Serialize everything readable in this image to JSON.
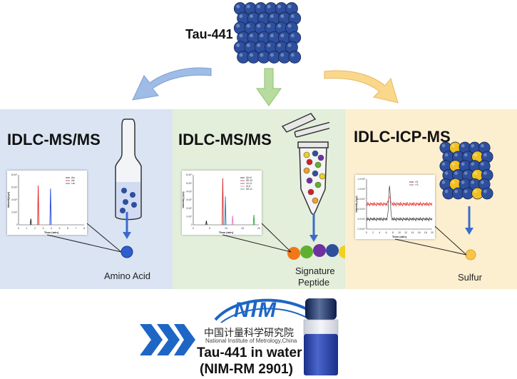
{
  "top": {
    "compound": "Tau-441"
  },
  "panels": [
    {
      "title": "IDLC-MS/MS",
      "label": "Amino Acid",
      "bg": "#dbe4f3",
      "chart": {
        "type": "line",
        "x_ticks": [
          "0",
          "1",
          "2",
          "3",
          "4",
          "5",
          "6",
          "7",
          "8"
        ],
        "y_ticks": [
          "0",
          "2×10⁵",
          "4×10⁵",
          "6×10⁵",
          "8×10⁵"
        ],
        "xlabel": "Time (min)",
        "ylabel": "Intensity(cps)",
        "xlim": [
          0,
          8
        ],
        "ylim": [
          0,
          8
        ],
        "series": [
          {
            "name": "Ala",
            "color": "#222222",
            "peak_x": 1.5,
            "peak_y": 1.0
          },
          {
            "name": "Val",
            "color": "#e02020",
            "peak_x": 2.4,
            "peak_y": 6.3
          },
          {
            "name": "Leu",
            "color": "#2040e0",
            "peak_x": 3.9,
            "peak_y": 5.8
          }
        ]
      }
    },
    {
      "title": "IDLC-MS/MS",
      "label_line1": "Signature",
      "label_line2": "Peptide",
      "bg": "#e3eedb",
      "chart": {
        "type": "line",
        "x_ticks": [
          "0",
          "5",
          "10",
          "15",
          "20"
        ],
        "y_ticks": [
          "0",
          "1×10⁵",
          "2×10⁵",
          "3×10⁵",
          "4×10⁵",
          "5×10⁵",
          "6×10⁵"
        ],
        "xlabel": "Time (min)",
        "ylabel": "Intensity (cps)",
        "xlim": [
          0,
          20
        ],
        "ylim": [
          0,
          6
        ],
        "series": [
          {
            "name": "QH-6",
            "color": "#222222",
            "peak_x": 4.0,
            "peak_y": 0.5
          },
          {
            "name": "SR-10",
            "color": "#d62728",
            "peak_x": 9.0,
            "peak_y": 5.6
          },
          {
            "name": "LK-11",
            "color": "#1f77b4",
            "peak_x": 9.8,
            "peak_y": 3.4
          },
          {
            "name": "IK-8",
            "color": "#e377c2",
            "peak_x": 12.0,
            "peak_y": 1.1
          },
          {
            "name": "SR-11",
            "color": "#2ca02c",
            "peak_x": 18.5,
            "peak_y": 1.2
          }
        ]
      }
    },
    {
      "title": "IDLC-ICP-MS",
      "label": "Sulfur",
      "bg": "#fcefd0",
      "chart": {
        "type": "line",
        "x_ticks": [
          "0",
          "2",
          "4",
          "6",
          "8",
          "10",
          "12",
          "14",
          "16",
          "18",
          "20"
        ],
        "y_ticks": [
          "2.0×10⁴",
          "4.0×10⁴",
          "6.0×10⁴",
          "8.0×10⁴",
          "1.0×10⁵",
          "1.2×10⁵"
        ],
        "xlabel": "Time (min)",
        "ylabel": "Intensity (cps)",
        "xlim": [
          0,
          20
        ],
        "ylim": [
          0,
          6
        ],
        "series": [
          {
            "name": "³²S",
            "color": "#222222"
          },
          {
            "name": "³⁴S",
            "color": "#e02020"
          }
        ]
      }
    }
  ],
  "bottom": {
    "logo_text": "NIM",
    "chinese": "中国计量科学研究院",
    "english": "National Institute of Metrology,China",
    "line1": "Tau-441 in water",
    "line2": "(NIM-RM 2901)"
  },
  "colors": {
    "sphere_blue": "#2d4f9e",
    "sphere_gold": "#f0c020",
    "arrow_blue": "#3a6ccc",
    "arrow_left": "#9ebce6",
    "arrow_mid": "#b8dca0",
    "arrow_right": "#f9d88c",
    "chevron": "#1e66c6"
  }
}
